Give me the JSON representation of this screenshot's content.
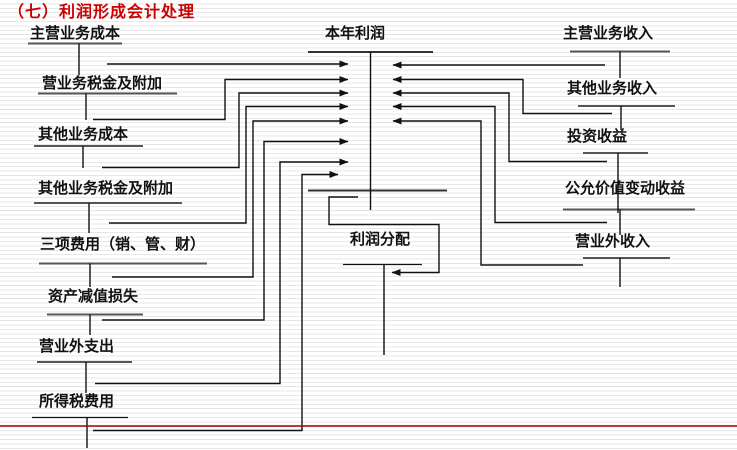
{
  "title": "（七）利润形成会计处理",
  "colors": {
    "title_red": "#cc0000",
    "divider_red": "#a00000",
    "line_black": "#111111",
    "underline_gray": "#555555"
  },
  "accounts": {
    "left": [
      {
        "label": "主营业务成本"
      },
      {
        "label": "营业务税金及附加"
      },
      {
        "label": "其他业务成本"
      },
      {
        "label": "其他业务税金及附加"
      },
      {
        "label": "三项费用（销、管、财）"
      },
      {
        "label": "资产减值损失"
      },
      {
        "label": "营业外支出"
      },
      {
        "label": "所得税费用"
      }
    ],
    "center": [
      {
        "label": "本年利润"
      },
      {
        "label": "利润分配"
      }
    ],
    "right": [
      {
        "label": "主营业务收入"
      },
      {
        "label": "其他业务收入"
      },
      {
        "label": "投资收益"
      },
      {
        "label": "公允价值变动收益"
      },
      {
        "label": "营业外收入"
      }
    ]
  }
}
